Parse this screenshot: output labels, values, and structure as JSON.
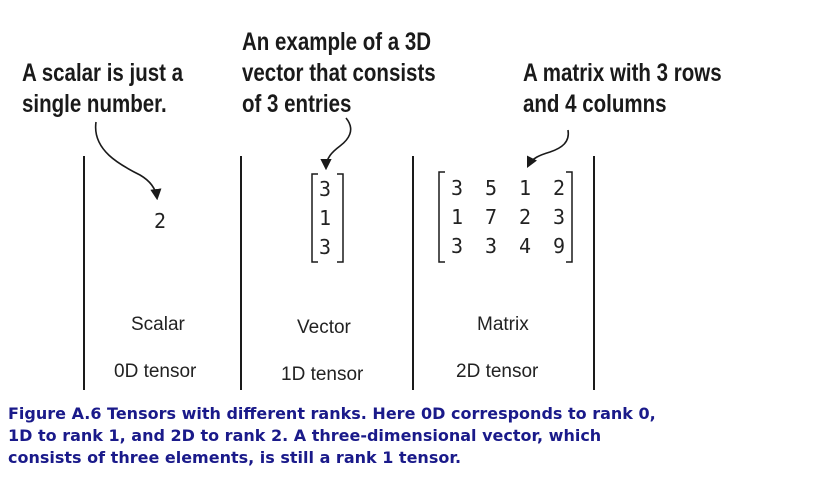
{
  "annotations": {
    "scalar": [
      "A scalar is just a",
      "single number."
    ],
    "vector": [
      "An example of a 3D",
      "vector that consists",
      "of 3 entries"
    ],
    "matrix": [
      "A matrix with 3 rows",
      "and 4 columns"
    ]
  },
  "columns": {
    "scalar": {
      "value": "2",
      "name": "Scalar",
      "tensor": "0D tensor"
    },
    "vector": {
      "entries": [
        "3",
        "1",
        "3"
      ],
      "name": "Vector",
      "tensor": "1D tensor"
    },
    "matrix": {
      "rows": [
        [
          "3",
          "5",
          "1",
          "2"
        ],
        [
          "1",
          "7",
          "2",
          "3"
        ],
        [
          "3",
          "3",
          "4",
          "9"
        ]
      ],
      "name": "Matrix",
      "tensor": "2D tensor"
    }
  },
  "caption": [
    "Figure A.6 Tensors with different ranks. Here 0D corresponds to rank 0,",
    "1D to rank 1, and 2D to rank 2. A three-dimensional vector, which",
    "consists of three elements, is still a rank 1 tensor."
  ],
  "colors": {
    "ink": "#1a1a1a",
    "caption": "#1a1a8a"
  }
}
